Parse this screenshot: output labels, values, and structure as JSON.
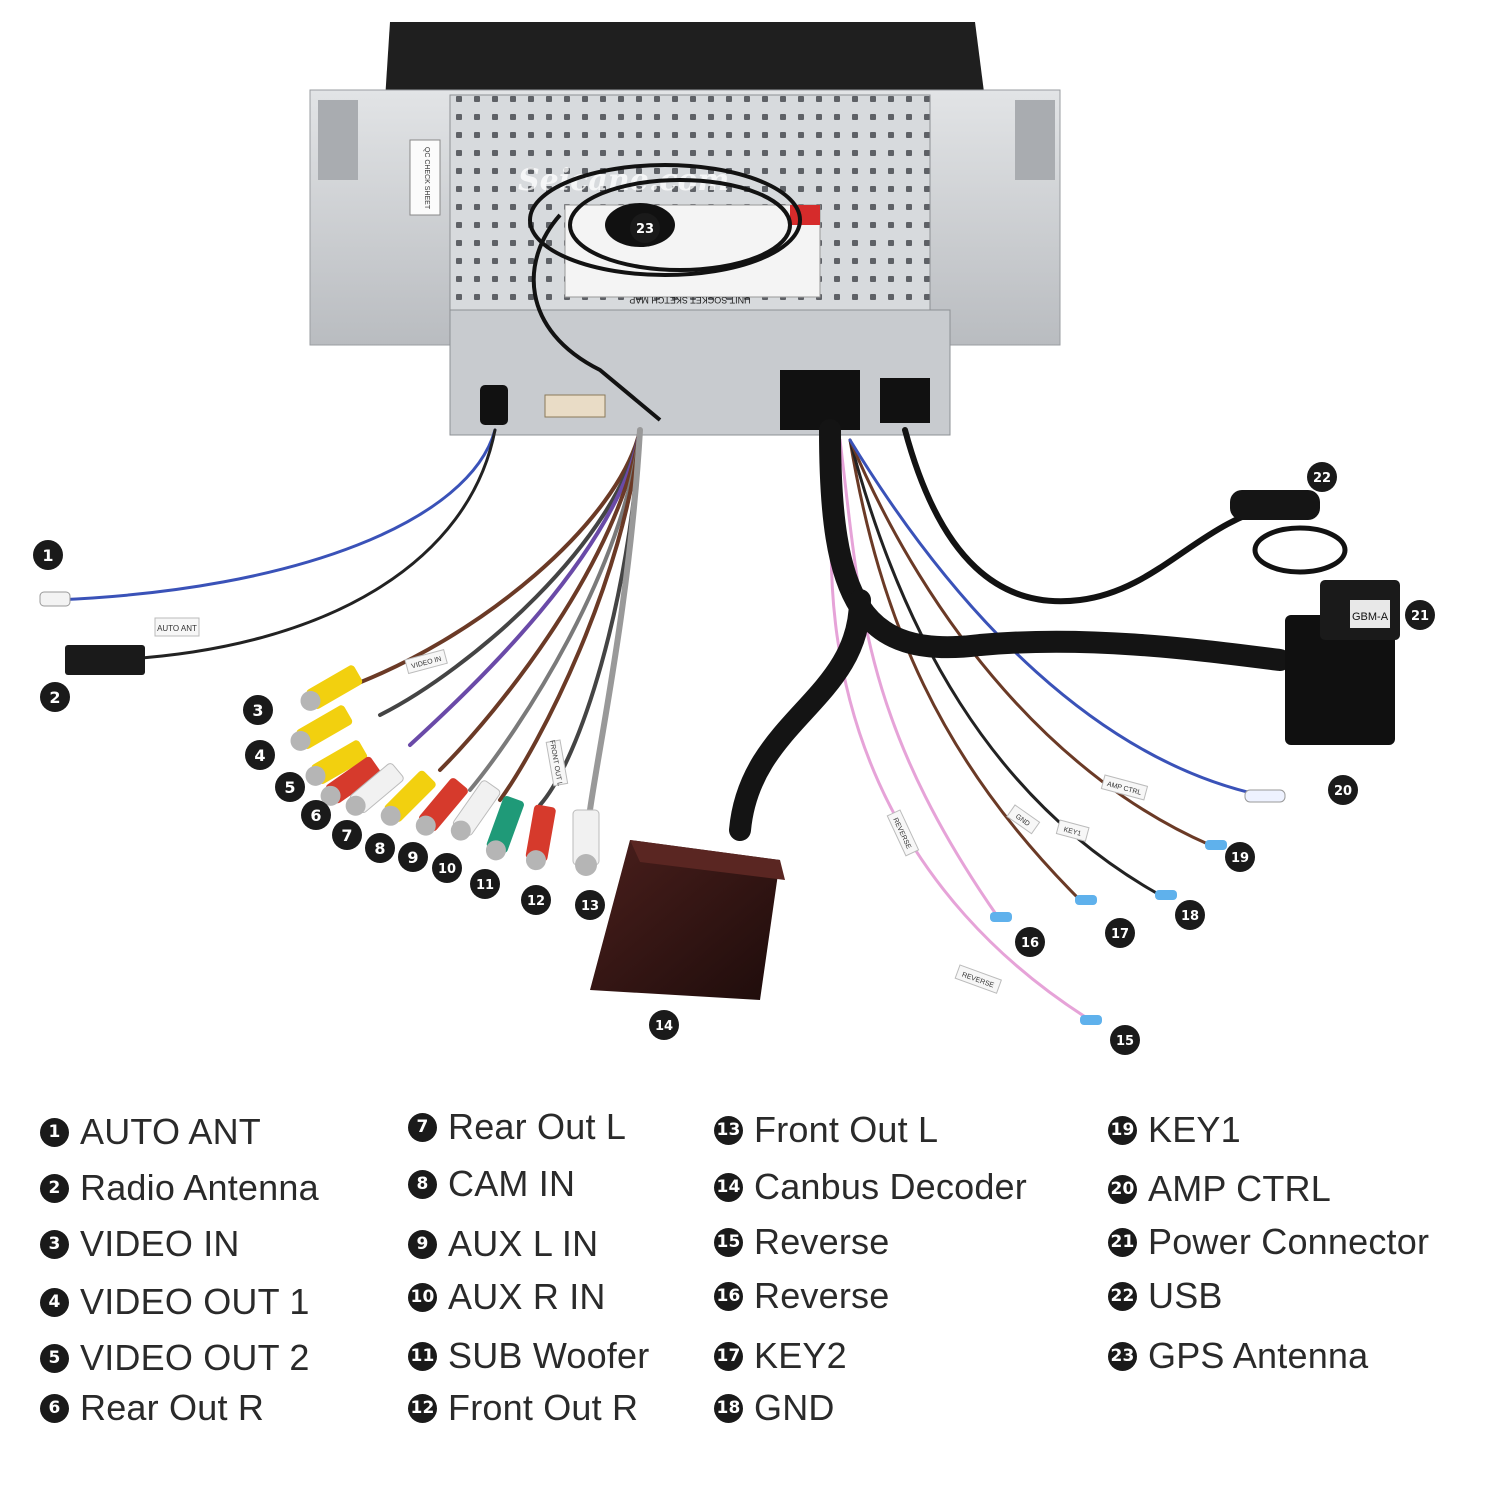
{
  "watermark": "Seicane.com",
  "unit_label": "UNIT SOCKET SKETCH MAP",
  "sticker_label": "QC CHECK SHEET",
  "callouts": [
    "1",
    "2",
    "3",
    "4",
    "5",
    "6",
    "7",
    "8",
    "9",
    "10",
    "11",
    "12",
    "13",
    "14",
    "15",
    "16",
    "17",
    "18",
    "19",
    "20",
    "21",
    "22",
    "23"
  ],
  "wire_tags": {
    "auto_ant": "AUTO ANT",
    "video_in": "VIDEO IN",
    "amp_ctrl": "AMP CTRL",
    "key1": "KEY1",
    "gnd": "GND",
    "reverse_a": "REVERSE",
    "reverse_b": "REVERSE",
    "front_out": "FRONT OUT L",
    "power": "GBM-A"
  },
  "legend": [
    {
      "num": "1",
      "label": "AUTO ANT"
    },
    {
      "num": "2",
      "label": "Radio Antenna"
    },
    {
      "num": "3",
      "label": "VIDEO IN"
    },
    {
      "num": "4",
      "label": "VIDEO OUT 1"
    },
    {
      "num": "5",
      "label": "VIDEO OUT 2"
    },
    {
      "num": "6",
      "label": "Rear Out R"
    },
    {
      "num": "7",
      "label": "Rear Out L"
    },
    {
      "num": "8",
      "label": "CAM IN"
    },
    {
      "num": "9",
      "label": "AUX L IN"
    },
    {
      "num": "10",
      "label": "AUX R IN"
    },
    {
      "num": "11",
      "label": "SUB Woofer"
    },
    {
      "num": "12",
      "label": "Front Out R"
    },
    {
      "num": "13",
      "label": "Front Out L"
    },
    {
      "num": "14",
      "label": "Canbus Decoder"
    },
    {
      "num": "15",
      "label": "Reverse"
    },
    {
      "num": "16",
      "label": "Reverse"
    },
    {
      "num": "17",
      "label": "KEY2"
    },
    {
      "num": "18",
      "label": "GND"
    },
    {
      "num": "19",
      "label": "KEY1"
    },
    {
      "num": "20",
      "label": "AMP CTRL"
    },
    {
      "num": "21",
      "label": "Power Connector"
    },
    {
      "num": "22",
      "label": "USB"
    },
    {
      "num": "23",
      "label": "GPS Antenna"
    }
  ],
  "colors": {
    "rca_yellow": "#f2d00f",
    "rca_red": "#d63a2c",
    "rca_white": "#f1f1f1",
    "rca_green": "#1f9a78",
    "wire_blue": "#3a52b8",
    "wire_pink": "#e6a3d8",
    "wire_brown": "#6b3a26",
    "metal": "#cfd2d6",
    "loom": "#141414"
  }
}
